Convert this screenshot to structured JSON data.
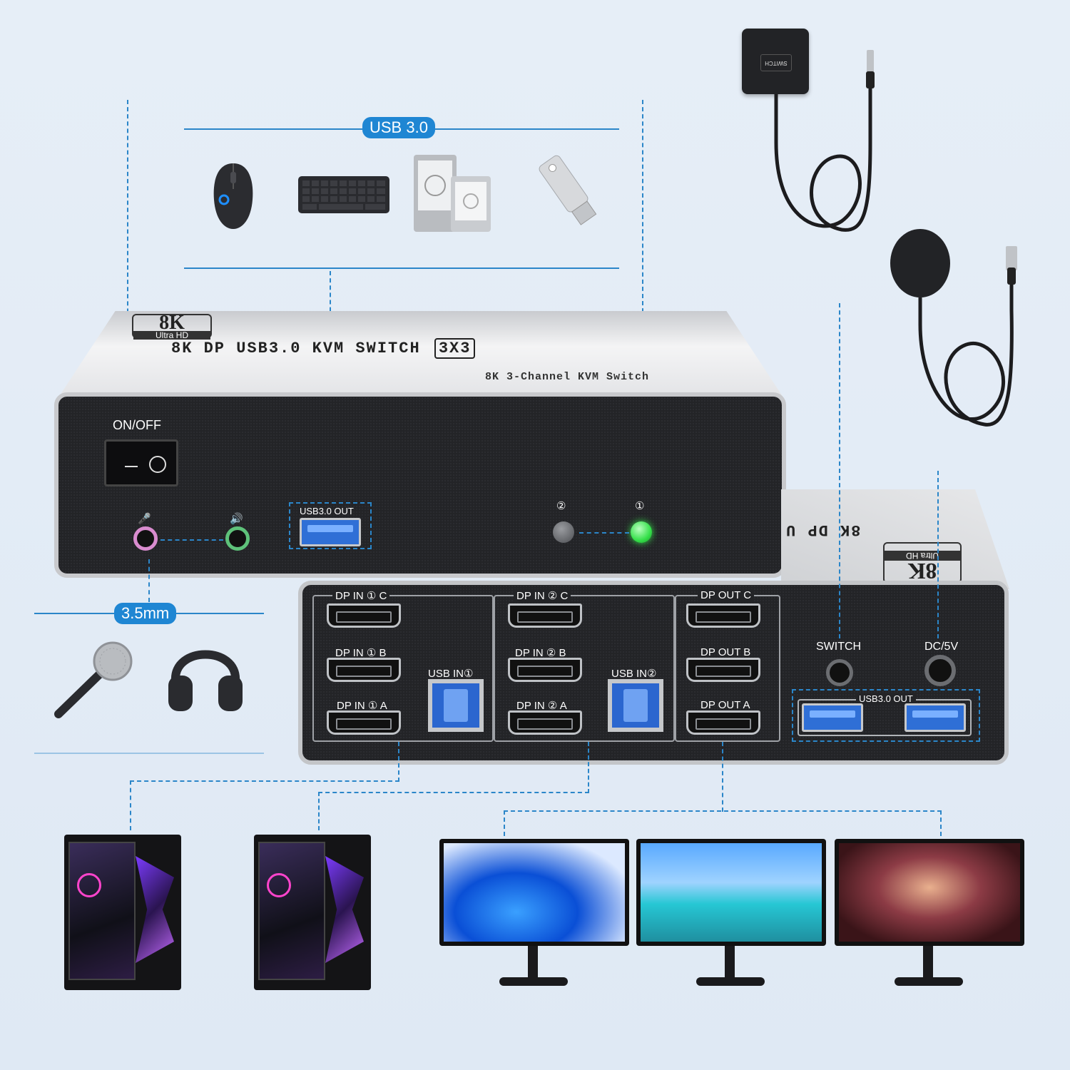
{
  "device": {
    "badge_big": "8K",
    "badge_small": "Ultra HD",
    "title": "8K DP USB3.0 KVM SWITCH",
    "title_box": "3X3",
    "subtitle": "8K 3-Channel KVM Switch",
    "back_title": "8K DP U",
    "back_badge_big": "8K",
    "back_badge_small": "Ultra HD"
  },
  "front": {
    "power_label": "ON/OFF",
    "usb_out_label": "USB3.0 OUT",
    "led_2": "②",
    "led_1": "①"
  },
  "callouts": {
    "usb": "USB 3.0",
    "audio": "3.5mm"
  },
  "back": {
    "groups": [
      {
        "ports": [
          "DP IN ① C",
          "DP IN ① B",
          "DP IN ① A"
        ],
        "usb": "USB IN①"
      },
      {
        "ports": [
          "DP IN ② C",
          "DP IN ② B",
          "DP IN ② A"
        ],
        "usb": "USB IN②"
      },
      {
        "ports": [
          "DP OUT C",
          "DP OUT B",
          "DP OUT A"
        ]
      }
    ],
    "switch_label": "SWITCH",
    "dc_label": "DC/5V",
    "usb_out_label": "USB3.0 OUT"
  },
  "accessories": {
    "switch_button_text": "SWITCH"
  },
  "colors": {
    "accent": "#1f86d3",
    "led_active": "#35e04a",
    "usb_blue": "#2f6fd6"
  }
}
